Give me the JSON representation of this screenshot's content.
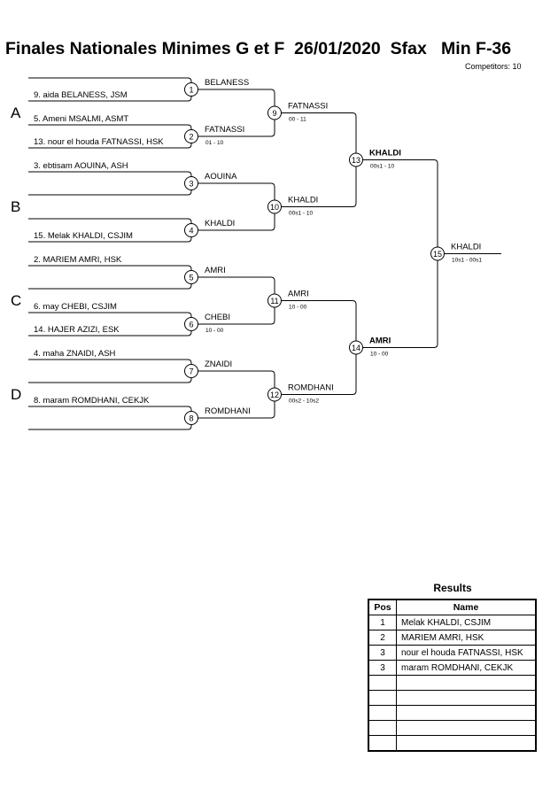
{
  "header": {
    "title": "Finales Nationales Minimes G et F  26/01/2020  Sfax   Min F-36",
    "competitors": "Competitors: 10"
  },
  "pools": [
    "A",
    "B",
    "C",
    "D"
  ],
  "entries": [
    "9. aida BELANESS, JSM",
    "5. Ameni MSALMI, ASMT",
    "13. nour el houda FATNASSI, HSK",
    "3. ebtisam AOUINA, ASH",
    "15. Melak KHALDI, CSJIM",
    "2. MARIEM AMRI, HSK",
    "6. may CHEBI, CSJIM",
    "14. HAJER AZIZI, ESK",
    "4. maha ZNAIDI, ASH",
    "8. maram ROMDHANI, CEKJK"
  ],
  "matches": [
    {
      "num": "1",
      "winner": "BELANESS",
      "score": ""
    },
    {
      "num": "2",
      "winner": "FATNASSI",
      "score": "01 - 10"
    },
    {
      "num": "3",
      "winner": "AOUINA",
      "score": ""
    },
    {
      "num": "4",
      "winner": "KHALDI",
      "score": ""
    },
    {
      "num": "5",
      "winner": "AMRI",
      "score": ""
    },
    {
      "num": "6",
      "winner": "CHEBI",
      "score": "10 - 00"
    },
    {
      "num": "7",
      "winner": "ZNAIDI",
      "score": ""
    },
    {
      "num": "8",
      "winner": "ROMDHANI",
      "score": ""
    },
    {
      "num": "9",
      "winner": "FATNASSI",
      "score": "00 - 11"
    },
    {
      "num": "10",
      "winner": "KHALDI",
      "score": "00s1 - 10"
    },
    {
      "num": "11",
      "winner": "AMRI",
      "score": "10 - 00"
    },
    {
      "num": "12",
      "winner": "ROMDHANI",
      "score": "00s2 - 10s2"
    },
    {
      "num": "13",
      "winner": "KHALDI",
      "score": "00s1 - 10"
    },
    {
      "num": "14",
      "winner": "AMRI",
      "score": "10 - 00"
    },
    {
      "num": "15",
      "winner": "KHALDI",
      "score": "10s1 - 00s1"
    }
  ],
  "results": {
    "title": "Results",
    "headers": {
      "pos": "Pos",
      "name": "Name"
    },
    "rows": [
      {
        "pos": "1",
        "name": "Melak KHALDI, CSJIM"
      },
      {
        "pos": "2",
        "name": "MARIEM AMRI, HSK"
      },
      {
        "pos": "3",
        "name": "nour el houda FATNASSI, HSK"
      },
      {
        "pos": "3",
        "name": "maram ROMDHANI, CEKJK"
      },
      {
        "pos": "",
        "name": ""
      },
      {
        "pos": "",
        "name": ""
      },
      {
        "pos": "",
        "name": ""
      },
      {
        "pos": "",
        "name": ""
      },
      {
        "pos": "",
        "name": ""
      }
    ]
  }
}
